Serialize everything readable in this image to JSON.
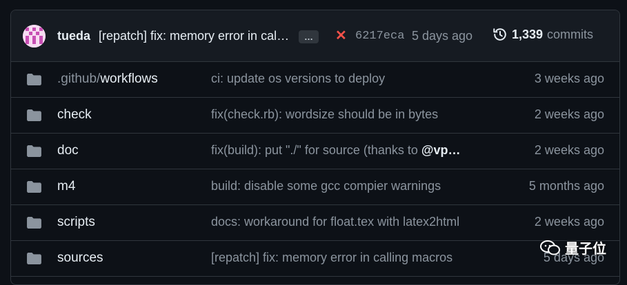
{
  "latest_commit": {
    "author": "tueda",
    "message": "[repatch] fix: memory error in calling macros",
    "more_label": "…",
    "status": "failed",
    "sha": "6217eca",
    "when": "5 days ago",
    "commit_count": "1,339",
    "commits_label": "commits"
  },
  "files": [
    {
      "dim": ".github/",
      "name": "workflows",
      "message": "ci: update os versions to deploy",
      "mention": "",
      "age": "3 weeks ago"
    },
    {
      "dim": "",
      "name": "check",
      "message": "fix(check.rb): wordsize should be in bytes",
      "mention": "",
      "age": "2 weeks ago"
    },
    {
      "dim": "",
      "name": "doc",
      "message": "fix(build): put \"./\" for source (thanks to ",
      "mention": "@vp…",
      "age": "2 weeks ago"
    },
    {
      "dim": "",
      "name": "m4",
      "message": "build: disable some gcc compier warnings",
      "mention": "",
      "age": "5 months ago"
    },
    {
      "dim": "",
      "name": "scripts",
      "message": "docs: workaround for float.tex with latex2html",
      "mention": "",
      "age": "2 weeks ago"
    },
    {
      "dim": "",
      "name": "sources",
      "message": "[repatch] fix: memory error in calling macros",
      "mention": "",
      "age": "5 days ago"
    }
  ],
  "watermark": "量子位",
  "icons": {
    "folder": "folder-icon",
    "history": "history-icon",
    "fail": "x-icon"
  },
  "colors": {
    "bg": "#0d1117",
    "header": "#161b22",
    "border": "#30363d",
    "muted": "#8b949e",
    "fail": "#f85149",
    "folder": "#8b949e"
  }
}
